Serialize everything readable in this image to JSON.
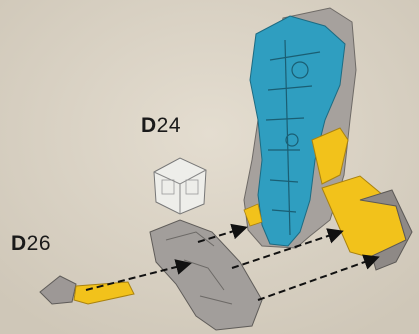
{
  "labels": {
    "d24": {
      "letter": "D",
      "number": "24"
    },
    "d26": {
      "letter": "D",
      "number": "26"
    }
  },
  "colors": {
    "background": "#d9d2c4",
    "armor_blue": "#2e9dbb",
    "gray_part": "#9d9896",
    "yellow_part": "#f2c21b",
    "clear_part": "#e6e6e2",
    "arrow": "#111111"
  },
  "parts": [
    "leg-assembly",
    "blue-inner-frame",
    "gray-outer-shell",
    "yellow-armor-pieces",
    "part-d24",
    "gray-shin-cover",
    "part-d26"
  ]
}
